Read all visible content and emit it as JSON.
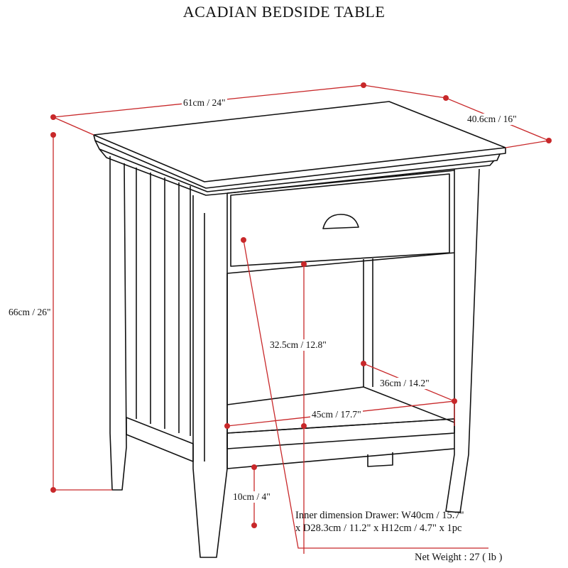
{
  "title": "ACADIAN BEDSIDE TABLE",
  "dimensions": {
    "width": "61cm / 24\"",
    "depth": "40.6cm / 16\"",
    "height": "66cm / 26\"",
    "shelf_height": "32.5cm / 12.8\"",
    "shelf_depth": "36cm / 14.2\"",
    "shelf_width": "45cm / 17.7\"",
    "clearance": "10cm / 4\""
  },
  "drawer_note": {
    "line1": "Inner dimension Drawer: W40cm / 15.7\"",
    "line2": "x D28.3cm / 11.2\" x H12cm / 4.7\" x 1pc"
  },
  "net_weight": "Net Weight : 27 ( lb )",
  "colors": {
    "dimension": "#c8282a",
    "line": "#111111"
  }
}
